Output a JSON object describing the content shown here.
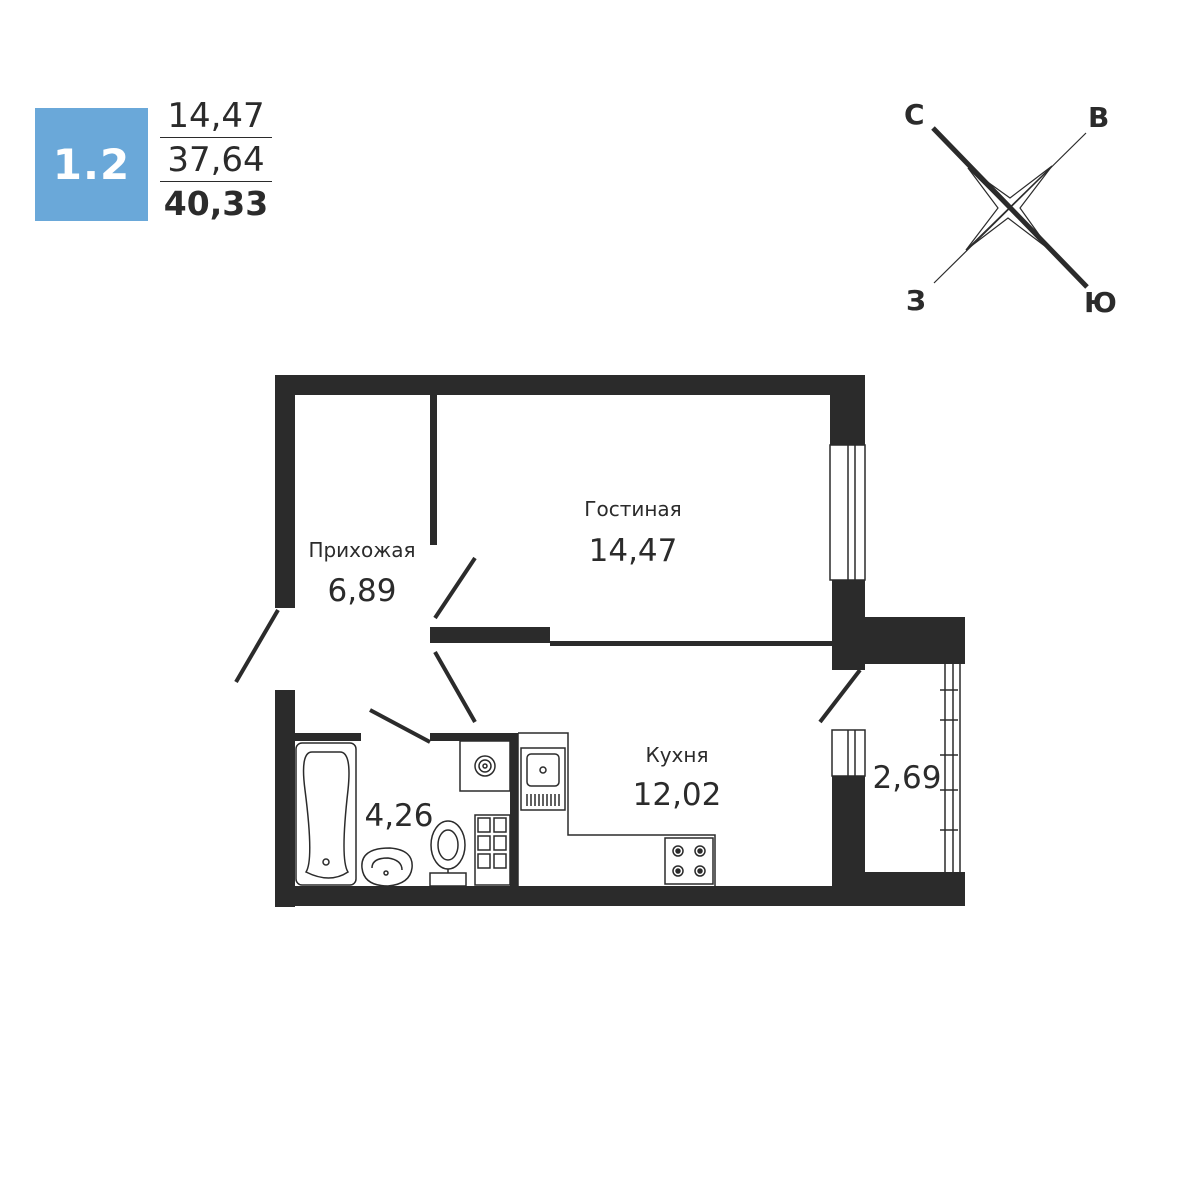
{
  "header": {
    "badge": "1.2",
    "living_area": "14,47",
    "useful_area": "37,64",
    "total_area": "40,33"
  },
  "compass": {
    "north": "С",
    "east": "В",
    "west": "З",
    "south": "Ю"
  },
  "rooms": {
    "hallway": {
      "name": "Прихожая",
      "area": "6,89"
    },
    "living": {
      "name": "Гостиная",
      "area": "14,47"
    },
    "kitchen": {
      "name": "Кухня",
      "area": "12,02"
    },
    "bathroom": {
      "area": "4,26"
    },
    "balcony": {
      "area": "2,69"
    }
  },
  "colors": {
    "badge": "#6aa8d9",
    "wall": "#2b2b2b",
    "text": "#2b2b2b"
  },
  "icons": [
    "compass-rose-icon",
    "bathtub-icon",
    "sink-icon",
    "toilet-icon",
    "stove-icon",
    "washing-machine-icon"
  ]
}
